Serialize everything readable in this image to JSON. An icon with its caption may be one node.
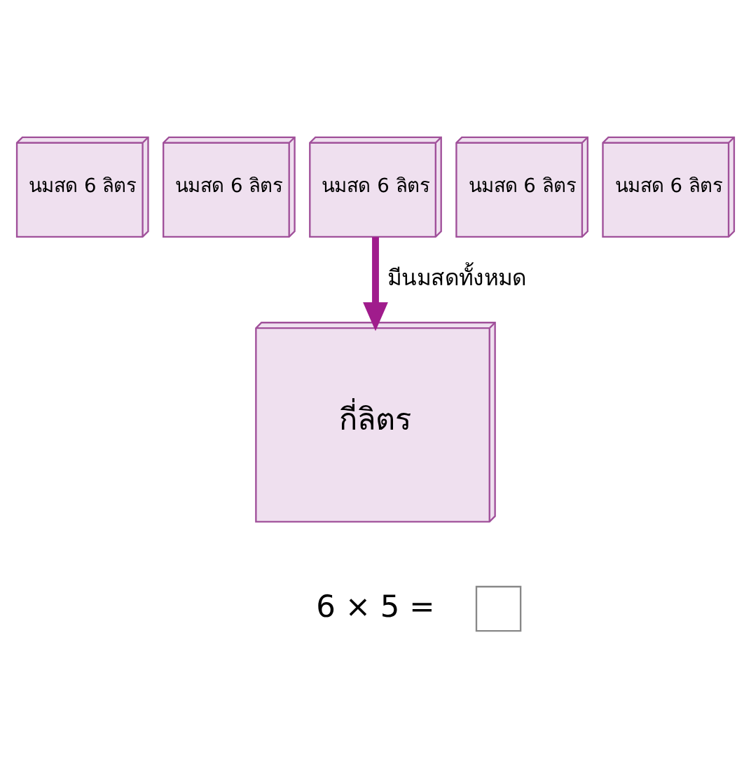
{
  "diagram": {
    "nodes": [
      {
        "text": [
          "นมสด 6 ลิตร"
        ]
      },
      {
        "text": [
          "นมสด 6 ลิตร"
        ]
      },
      {
        "text": [
          "นมสด 6 ลิตร"
        ]
      },
      {
        "text": [
          "นมสด 6 ลิตร"
        ]
      },
      {
        "text": [
          "นมสด 6 ลิตร"
        ]
      },
      {
        "text": [
          "กี่ลิตร"
        ]
      },
      {
        "text": [],
        "shape": "box"
      }
    ],
    "edges": [
      {
        "from": 2,
        "to": 5,
        "arrow": "to",
        "label": "มีนมสดทั้งหมด"
      }
    ],
    "labels": [
      "6 × 5 ="
    ]
  }
}
